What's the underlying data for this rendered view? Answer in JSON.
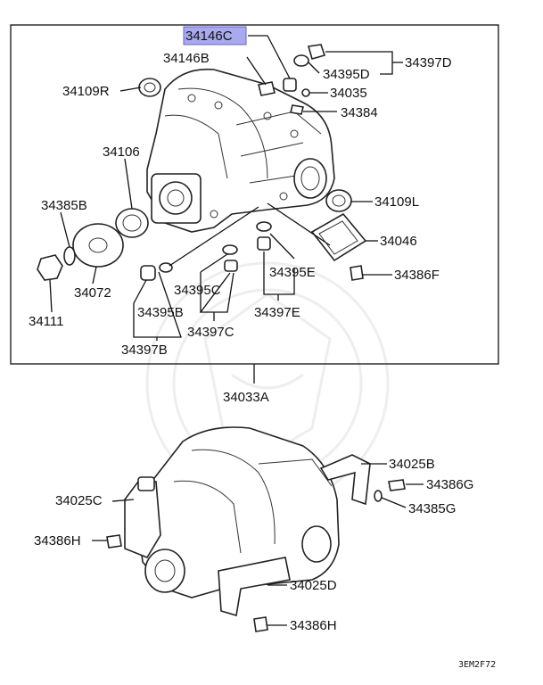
{
  "labels": {
    "l34146C": "34146C",
    "l34146B": "34146B",
    "l34109R": "34109R",
    "l34395D": "34395D",
    "l34397D": "34397D",
    "l34035": "34035",
    "l34384": "34384",
    "l34106": "34106",
    "l34109L": "34109L",
    "l34385B": "34385B",
    "l34046": "34046",
    "l34386F": "34386F",
    "l34395E": "34395E",
    "l34395C": "34395C",
    "l34072": "34072",
    "l34395B": "34395B",
    "l34111": "34111",
    "l34397E": "34397E",
    "l34397C": "34397C",
    "l34397B": "34397B",
    "l34033A": "34033A",
    "l34025B": "34025B",
    "l34386G": "34386G",
    "l34025C": "34025C",
    "l34385G": "34385G",
    "l34386H_left": "34386H",
    "l34025D": "34025D",
    "l34386H_bottom": "34386H"
  },
  "diagram_code": "3EM2F72",
  "colors": {
    "highlight": "#a9a9ef",
    "line": "#111111"
  }
}
